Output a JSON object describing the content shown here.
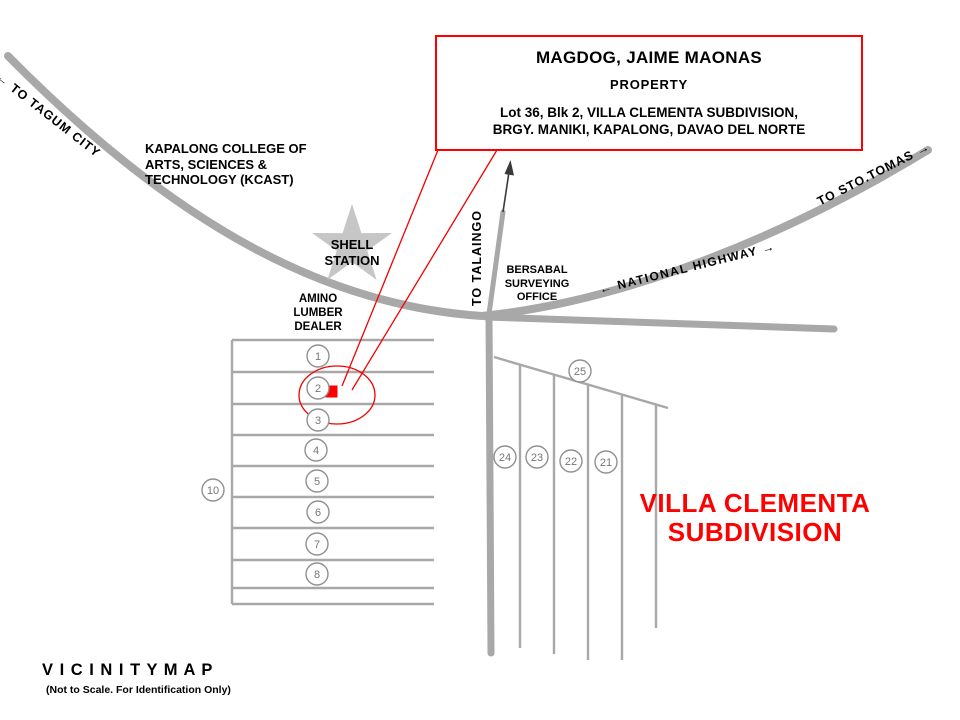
{
  "title_box": {
    "line1": "MAGDOG, JAIME MAONAS",
    "line2": "PROPERTY",
    "line3": "Lot 36, Blk 2, VILLA CLEMENTA SUBDIVISION,",
    "line4": "BRGY. MANIKI, KAPALONG, DAVAO DEL NORTE"
  },
  "labels": {
    "kcast": [
      "KAPALONG COLLEGE OF",
      "ARTS, SCIENCES &",
      "TECHNOLOGY (KCAST)"
    ],
    "shell": [
      "SHELL",
      "STATION"
    ],
    "amino": [
      "AMINO",
      "LUMBER",
      "DEALER"
    ],
    "bersabal": [
      "BERSABAL",
      "SURVEYING",
      "OFFICE"
    ],
    "villa": [
      "VILLA CLEMENTA",
      "SUBDIVISION"
    ]
  },
  "roads": {
    "to_tagum": "← TO TAGUM CITY",
    "to_sto_tomas": "TO STO.TOMAS →",
    "national_highway": "← NATIONAL HIGHWAY →",
    "to_talaingo": "TO TALAINGO"
  },
  "lot_numbers": {
    "block_left": [
      "1",
      "2",
      "3",
      "4",
      "5",
      "6",
      "7",
      "8"
    ],
    "lot10": "10",
    "block_right": [
      "25",
      "24",
      "23",
      "22",
      "21"
    ]
  },
  "footer": {
    "title": "V I C I N I T Y   M A P",
    "subtitle": "(Not to Scale. For Identification Only)"
  },
  "colors": {
    "road_gray": "#a8a8a8",
    "accent_red": "#ff0000"
  }
}
